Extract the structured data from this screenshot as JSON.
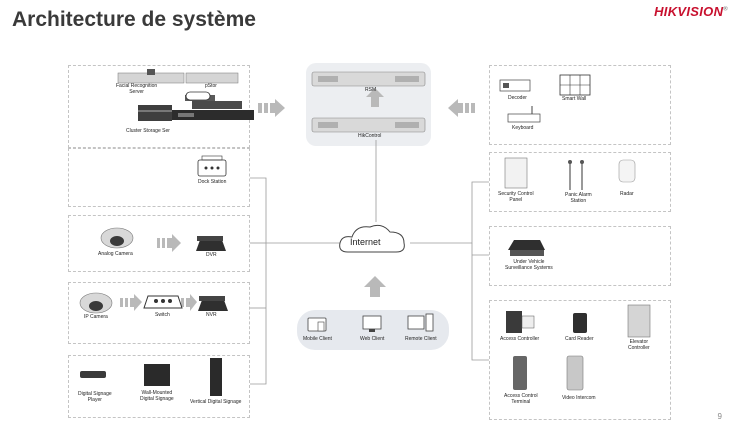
{
  "title": "Architecture de système",
  "brand": "HIKVISION",
  "page_number": "9",
  "labels": {
    "facial": "Facial Recognition\nServer",
    "pstor": "pStor",
    "cluster": "Cluster Storage Ser",
    "dock": "Dock Station",
    "analog": "Analog Camera",
    "dvr": "DVR",
    "ipcam": "IP Camera",
    "switch": "Switch",
    "nvr": "NVR",
    "signage_player": "Digital Signage\nPlayer",
    "wall_signage": "Wall-Mounted\nDigital Signage",
    "vertical_signage": "Vertical Digital Signage",
    "rsm": "RSM",
    "hikcontrol": "HikControl",
    "internet": "Internet",
    "mobile": "Mobile Client",
    "web": "Web Client",
    "remote": "Remote Client",
    "decoder": "Decoder",
    "smartwall": "Smart Wall",
    "keyboard": "Keyboard",
    "security_panel": "Security Control\nPanel",
    "panic": "Panic Alarm\nStation",
    "radar": "Radar",
    "uvss": "Under Vehicle\nSurveillance Systems",
    "access_ctrl": "Access Controller",
    "card_reader": "Card Reader",
    "elevator": "Elevator\nController",
    "ac_terminal": "Access Control\nTerminal",
    "video_intercom": "Video Intercom"
  }
}
